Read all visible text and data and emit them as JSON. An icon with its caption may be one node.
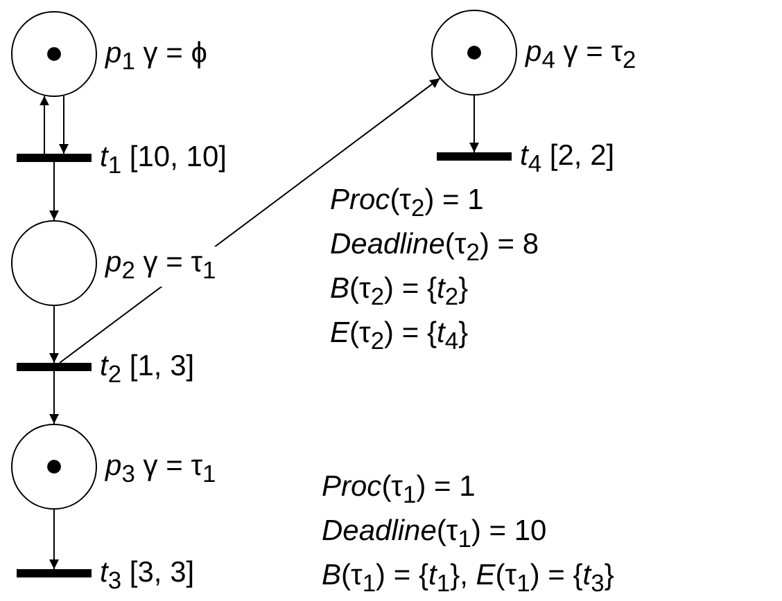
{
  "diagram": {
    "nodes": [
      {
        "text": [],
        "shape": "circle",
        "beside": [
          "*p*$_{1}$ γ = ϕ"
        ]
      },
      {
        "text": [],
        "shape": "bar",
        "beside": [
          "*t*$_{1}$ [10, 10]"
        ]
      },
      {
        "text": [],
        "shape": "circle",
        "beside": [
          "*p*$_{2}$ γ = τ$_{1}$"
        ]
      },
      {
        "text": [],
        "shape": "bar",
        "beside": [
          "*t*$_{2}$ [1, 3]"
        ]
      },
      {
        "text": [],
        "shape": "circle",
        "beside": [
          "*p*$_{3}$ γ = τ$_{1}$"
        ]
      },
      {
        "text": [],
        "shape": "bar",
        "beside": [
          "*t*$_{3}$ [3, 3]"
        ]
      },
      {
        "text": [],
        "shape": "circle",
        "beside": [
          "*p*$_{4}$ γ = τ$_{2}$"
        ]
      },
      {
        "text": [],
        "shape": "bar",
        "beside": [
          "*t*$_{4}$ [2, 2]"
        ]
      }
    ],
    "edges": [
      {
        "from": 1,
        "to": 0,
        "arrow": "to"
      },
      {
        "from": 0,
        "to": 1,
        "arrow": "to"
      },
      {
        "from": 1,
        "to": 2,
        "arrow": "to"
      },
      {
        "from": 2,
        "to": 3,
        "arrow": "to"
      },
      {
        "from": 3,
        "to": 6,
        "arrow": "to"
      },
      {
        "from": 3,
        "to": 4,
        "arrow": "to"
      },
      {
        "from": 4,
        "to": 5,
        "arrow": "to"
      },
      {
        "from": 6,
        "to": 7,
        "arrow": "to"
      }
    ],
    "labels": [
      "*Proc*(τ$_{2}$) = 1",
      "*Deadline*(τ$_{2}$) = 8",
      "*B*(τ$_{2}$) = {*t*$_{2}$}",
      "*E*(τ$_{2}$) = {*t*$_{4}$}",
      "*Proc*(τ$_{1}$) = 1",
      "*Deadline*(τ$_{1}$) = 10",
      "*B*(τ$_{1}$) = {*t*$_{1}$}, *E*(τ$_{1}$) = {*t*$_{3}$}"
    ]
  }
}
